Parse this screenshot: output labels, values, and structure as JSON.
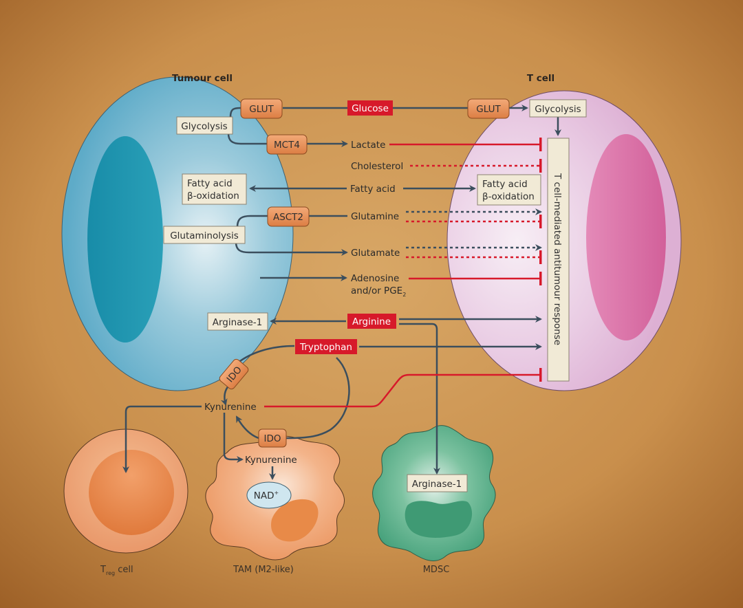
{
  "figure": {
    "cells": {
      "tumour_cell": "Tumour cell",
      "t_cell": "T cell",
      "treg_cell": {
        "main": "T",
        "sub": "reg",
        "suffix": " cell"
      },
      "tam": "TAM (M2-like)",
      "mdsc": "MDSC"
    },
    "transporters": {
      "glut_tumour": "GLUT",
      "mct4": "MCT4",
      "asct2": "ASCT2",
      "glut_tcell": "GLUT",
      "ido_tumour": "IDO",
      "ido_tam": "IDO"
    },
    "process_boxes": {
      "glycolysis_tumour": "Glycolysis",
      "fao_tumour": [
        "Fatty acid",
        "β-oxidation"
      ],
      "glutaminolysis": "Glutaminolysis",
      "arginase_tumour": "Arginase-1",
      "glycolysis_tcell": "Glycolysis",
      "fao_tcell": [
        "Fatty acid",
        "β-oxidation"
      ],
      "response": "T cell-mediated antitumour response",
      "arginase_mdsc": "Arginase-1"
    },
    "nutrients_highlighted": {
      "glucose": "Glucose",
      "arginine": "Arginine",
      "tryptophan": "Tryptophan"
    },
    "metabolites": {
      "lactate": "Lactate",
      "cholesterol": "Cholesterol",
      "fatty_acid": "Fatty acid",
      "glutamine": "Glutamine",
      "glutamate": "Glutamate",
      "adenosine_line1": "Adenosine",
      "adenosine_line2": "and/or PGE",
      "adenosine_sub": "2",
      "kynurenine": "Kynurenine",
      "kynurenine_tam": "Kynurenine",
      "nad": "NAD",
      "nad_sup": "+"
    },
    "colors": {
      "background": "#c98f4c",
      "tumour_cell": "#6fb6d1",
      "tumour_nucleus": "#1f93ad",
      "t_cell": "#e7c6e0",
      "t_nucleus": "#d66ea3",
      "transporter": "#e48d52",
      "highlight_red": "#d7192a",
      "arrow_dark": "#3b4e5d",
      "box_fill": "#f1ead6",
      "treg": "#f0a068",
      "tam": "#f1a77a",
      "mdsc": "#4fa983"
    }
  }
}
